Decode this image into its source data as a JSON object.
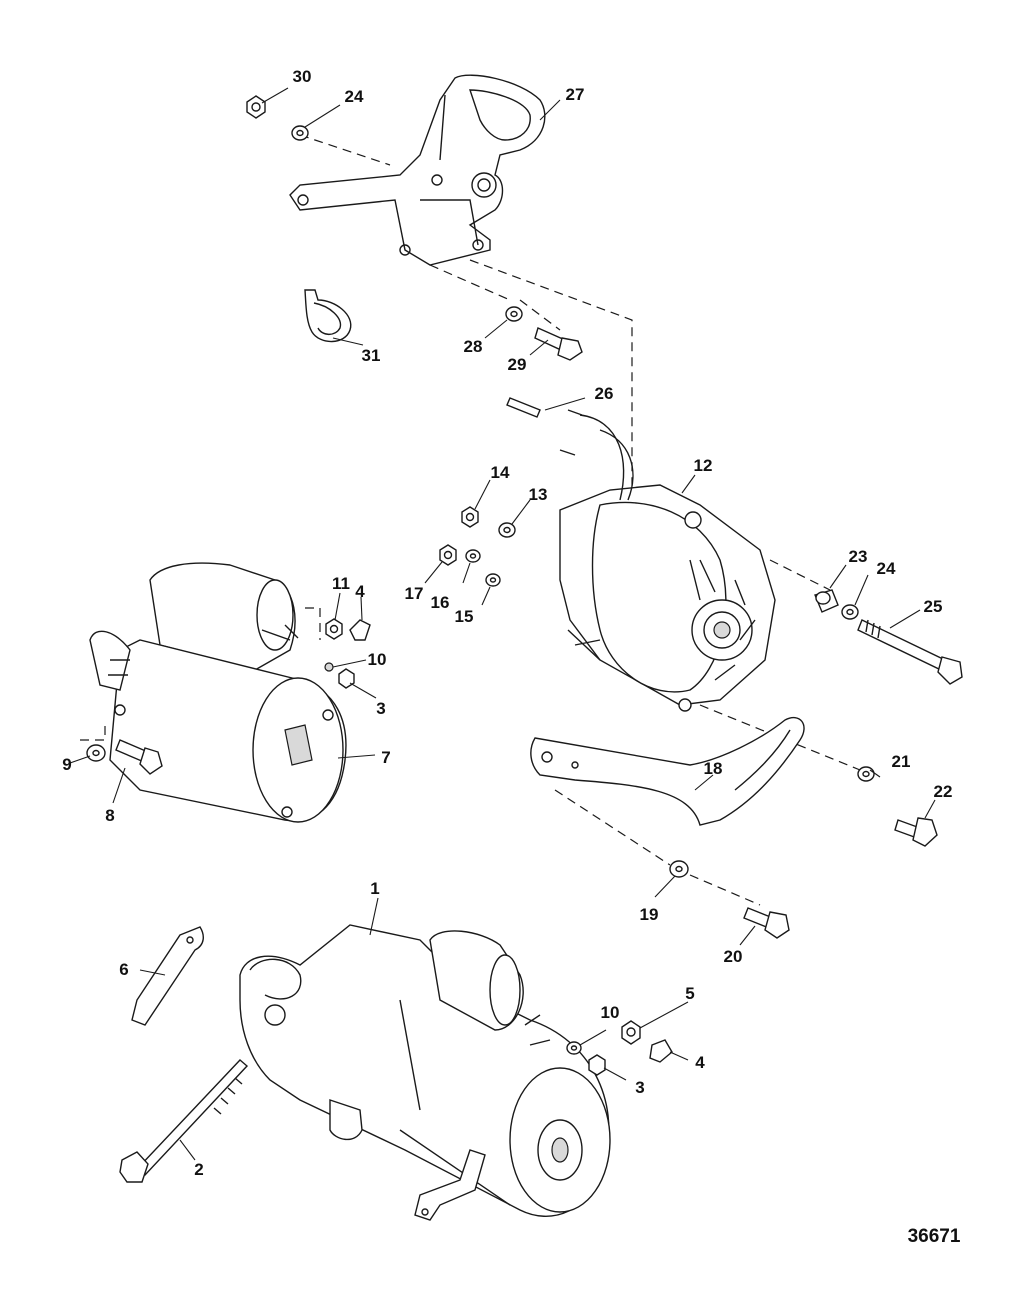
{
  "figure_number": "36671",
  "callouts": {
    "c1": "1",
    "c2": "2",
    "c3a": "3",
    "c3b": "3",
    "c4a": "4",
    "c4b": "4",
    "c5": "5",
    "c6": "6",
    "c7": "7",
    "c8": "8",
    "c9": "9",
    "c10a": "10",
    "c10b": "10",
    "c11": "11",
    "c12": "12",
    "c13": "13",
    "c14": "14",
    "c15": "15",
    "c16": "16",
    "c17": "17",
    "c18": "18",
    "c19": "19",
    "c20": "20",
    "c21": "21",
    "c22": "22",
    "c23": "23",
    "c24a": "24",
    "c24b": "24",
    "c25": "25",
    "c26": "26",
    "c27": "27",
    "c28": "28",
    "c29": "29",
    "c30": "30",
    "c31": "31"
  }
}
